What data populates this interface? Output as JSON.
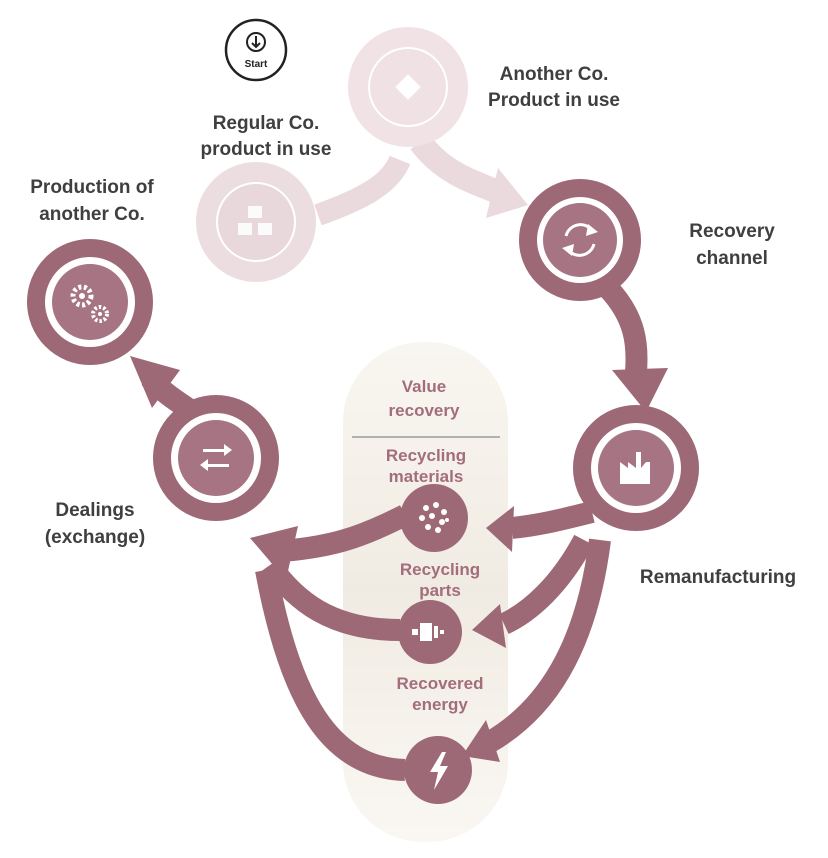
{
  "start": {
    "label": "Start",
    "icon": "down-arrow-icon"
  },
  "nodes": {
    "regular_product": {
      "label_lines": [
        "Regular Co.",
        "product in use"
      ],
      "icon": "boxes-icon"
    },
    "another_product": {
      "label_lines": [
        "Another Co.",
        "Product in use"
      ],
      "icon": "diamond-icon"
    },
    "recovery_channel": {
      "label_lines": [
        "Recovery",
        "channel"
      ],
      "icon": "cycle-arrows-icon"
    },
    "remanufacturing": {
      "label_lines": [
        "Remanufacturing"
      ],
      "icon": "factory-icon"
    },
    "dealings": {
      "label_lines": [
        "Dealings",
        "(exchange)"
      ],
      "icon": "swap-arrows-icon"
    },
    "production_another": {
      "label_lines": [
        "Production of",
        "another Co."
      ],
      "icon": "gears-icon"
    }
  },
  "value_recovery": {
    "title_lines": [
      "Value",
      "recovery"
    ],
    "items": [
      {
        "label_lines": [
          "Recycling",
          "materials"
        ],
        "icon": "particles-icon"
      },
      {
        "label_lines": [
          "Recycling",
          "parts"
        ],
        "icon": "part-icon"
      },
      {
        "label_lines": [
          "Recovered",
          "energy"
        ],
        "icon": "lightning-icon"
      }
    ]
  },
  "colors": {
    "main": "#9e6977",
    "pale": "#e8d7db",
    "panel": "#f2ede3",
    "label_dark": "#3f3f3f",
    "label_pink": "#a36d7c"
  }
}
